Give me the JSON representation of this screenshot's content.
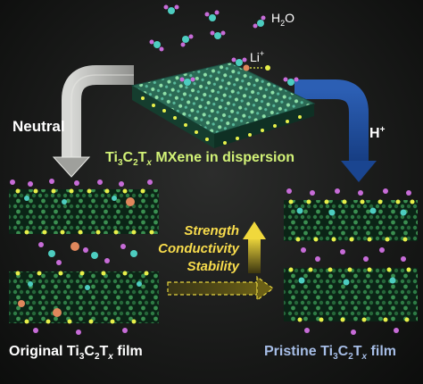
{
  "labels": {
    "water": "H2O",
    "lithium_ion": "Li+",
    "neutral": "Neutral",
    "acid": "H+",
    "dispersion": "Ti3C2Tx MXene in dispersion",
    "original_film": "Original Ti3C2Tx film",
    "pristine_film": "Pristine Ti3C2Tx film"
  },
  "properties": [
    "Strength",
    "Conductivity",
    "Stability"
  ],
  "colors": {
    "neutral_arrow": "#b8b9b6",
    "acid_arrow": "#1f4fa0",
    "property_arrow": "#f0d83c",
    "property_text": "#f8dc4c",
    "dispersion_text": "#d2f277",
    "pristine_text": "#a6bde6",
    "titanium": "#4dcdc0",
    "carbon": "#1f5e36",
    "terminal_O": "#e8f04a",
    "terminal_F": "#c76cd8",
    "lithium": "#e0875c"
  },
  "icons": [
    "water-molecule-icon",
    "lithium-ion-icon",
    "mxene-flake-icon",
    "mxene-film-icon"
  ]
}
